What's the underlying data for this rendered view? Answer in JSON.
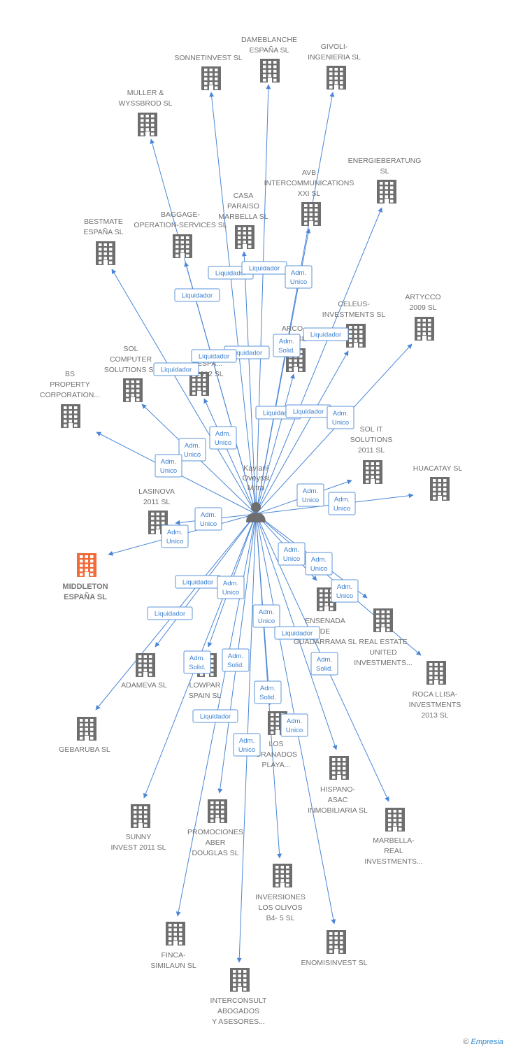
{
  "colors": {
    "edge": "#4a86d6",
    "node": "#6e6e6e",
    "highlight": "#f26b3a",
    "role_text": "#3a7fd0"
  },
  "person": {
    "name_lines": [
      "Kaviani",
      "Oveyssi",
      "Mitra"
    ],
    "icon": "person-icon"
  },
  "footer": {
    "copyright": "©",
    "brand": "Empresia"
  },
  "companies": [
    {
      "id": "sonnetinvest",
      "lines": [
        "SONNETINVEST SL"
      ]
    },
    {
      "id": "dameblanche",
      "lines": [
        "DAMEBLANCHE",
        "ESPAÑA SL"
      ]
    },
    {
      "id": "givoli",
      "lines": [
        "GIVOLI-",
        "INGENIERIA SL"
      ]
    },
    {
      "id": "muller",
      "lines": [
        "MULLER &",
        "WYSSBROD SL"
      ]
    },
    {
      "id": "energieberatung",
      "lines": [
        "ENERGIEBERATUNG",
        "SL"
      ]
    },
    {
      "id": "avb",
      "lines": [
        "AVB",
        "INTERCOMMUNICATIONS",
        "XXI SL"
      ]
    },
    {
      "id": "casaparaiso",
      "lines": [
        "CASA",
        "PARAISO",
        "MARBELLA SL"
      ]
    },
    {
      "id": "bestmate",
      "lines": [
        "BESTMATE",
        "ESPAÑA  SL"
      ]
    },
    {
      "id": "baggage",
      "lines": [
        "BAGGAGE-",
        "OPERATION-SERVICES SL"
      ]
    },
    {
      "id": "artycco",
      "lines": [
        "ARTYCCO",
        "2009 SL"
      ]
    },
    {
      "id": "celeus",
      "lines": [
        "CELEUS-",
        "INVESTMENTS SL"
      ]
    },
    {
      "id": "arco",
      "lines": [
        "ARCO",
        "N...S SL"
      ]
    },
    {
      "id": "solcomputer",
      "lines": [
        "SOL",
        "COMPUTER",
        "SOLUTIONS SL"
      ]
    },
    {
      "id": "c2012",
      "lines": [
        "C...",
        "ESPA...",
        "2012 SL"
      ]
    },
    {
      "id": "bsproperty",
      "lines": [
        "BS",
        "PROPERTY",
        "CORPORATION..."
      ]
    },
    {
      "id": "solit",
      "lines": [
        "SOL IT",
        "SOLUTIONS",
        "2011 SL"
      ]
    },
    {
      "id": "huacatay",
      "lines": [
        "HUACATAY SL"
      ]
    },
    {
      "id": "lasinova",
      "lines": [
        "LASINOVA",
        "2011 SL"
      ]
    },
    {
      "id": "middleton",
      "lines": [
        "MIDDLETON",
        "ESPAÑA SL"
      ],
      "main": true
    },
    {
      "id": "ensenada",
      "lines": [
        "ENSENADA",
        "DE",
        "GUADARRAMA SL"
      ]
    },
    {
      "id": "realestate",
      "lines": [
        "REAL ESTATE",
        "UNITED",
        "INVESTMENTS..."
      ]
    },
    {
      "id": "rocallisa",
      "lines": [
        "ROCA LLISA-",
        "INVESTMENTS",
        "2013  SL"
      ]
    },
    {
      "id": "adameva",
      "lines": [
        "ADAMEVA SL"
      ]
    },
    {
      "id": "lowpar",
      "lines": [
        "LOWPAR",
        "SPAIN  SL"
      ]
    },
    {
      "id": "gebaruba",
      "lines": [
        "GEBARUBA SL"
      ]
    },
    {
      "id": "losgranados",
      "lines": [
        "LOS",
        "GRANADOS",
        "PLAYA..."
      ]
    },
    {
      "id": "hispanoasac",
      "lines": [
        "HISPANO-",
        "ASAC",
        "INMOBILIARIA SL"
      ]
    },
    {
      "id": "marbellareal",
      "lines": [
        "MARBELLA-",
        "REAL",
        "INVESTMENTS..."
      ]
    },
    {
      "id": "sunnyinvest",
      "lines": [
        "SUNNY",
        "INVEST 2011 SL"
      ]
    },
    {
      "id": "promociones",
      "lines": [
        "PROMOCIONES",
        "ABER",
        "DOUGLAS SL"
      ]
    },
    {
      "id": "inversiones",
      "lines": [
        "INVERSIONES",
        "LOS OLIVOS",
        "B4- 5  SL"
      ]
    },
    {
      "id": "finca",
      "lines": [
        "FINCA-",
        "SIMILAUN SL"
      ]
    },
    {
      "id": "enomisinvest",
      "lines": [
        "ENOMISINVEST SL"
      ]
    },
    {
      "id": "interconsult",
      "lines": [
        "INTERCONSULT",
        "ABOGADOS",
        "Y ASESORES..."
      ]
    }
  ],
  "roles": [
    {
      "lines": [
        "Liquidador"
      ]
    },
    {
      "lines": [
        "Liquidador"
      ]
    },
    {
      "lines": [
        "Adm.",
        "Unico"
      ]
    },
    {
      "lines": [
        "Liquidador"
      ]
    },
    {
      "lines": [
        "Liquidador"
      ]
    },
    {
      "lines": [
        "Adm.",
        "Solid."
      ]
    },
    {
      "lines": [
        "Liquidador"
      ]
    },
    {
      "lines": [
        "Liquidador"
      ]
    },
    {
      "lines": [
        "Liquidador"
      ]
    },
    {
      "lines": [
        "Liquidador"
      ]
    },
    {
      "lines": [
        "Liquidador"
      ]
    },
    {
      "lines": [
        "Adm.",
        "Unico"
      ]
    },
    {
      "lines": [
        "Adm.",
        "Unico"
      ]
    },
    {
      "lines": [
        "Adm.",
        "Unico"
      ]
    },
    {
      "lines": [
        "Adm.",
        "Unico"
      ]
    },
    {
      "lines": [
        "Adm.",
        "Unico"
      ]
    },
    {
      "lines": [
        "Adm.",
        "Unico"
      ]
    },
    {
      "lines": [
        "Adm.",
        "Unico"
      ]
    },
    {
      "lines": [
        "Adm.",
        "Unico"
      ]
    },
    {
      "lines": [
        "Adm.",
        "Unico"
      ]
    },
    {
      "lines": [
        "Adm.",
        "Unico"
      ]
    },
    {
      "lines": [
        "Adm.",
        "Unico"
      ]
    },
    {
      "lines": [
        "Liquidador"
      ]
    },
    {
      "lines": [
        "Adm.",
        "Unico"
      ]
    },
    {
      "lines": [
        "Liquidador"
      ]
    },
    {
      "lines": [
        "Adm.",
        "Unico"
      ]
    },
    {
      "lines": [
        "Liquidador"
      ]
    },
    {
      "lines": [
        "Adm.",
        "Solid."
      ]
    },
    {
      "lines": [
        "Adm.",
        "Solid."
      ]
    },
    {
      "lines": [
        "Adm.",
        "Solid."
      ]
    },
    {
      "lines": [
        "Liquidador"
      ]
    },
    {
      "lines": [
        "Adm.",
        "Solid."
      ]
    },
    {
      "lines": [
        "Adm.",
        "Unico"
      ]
    },
    {
      "lines": [
        "Adm.",
        "Unico"
      ]
    }
  ]
}
